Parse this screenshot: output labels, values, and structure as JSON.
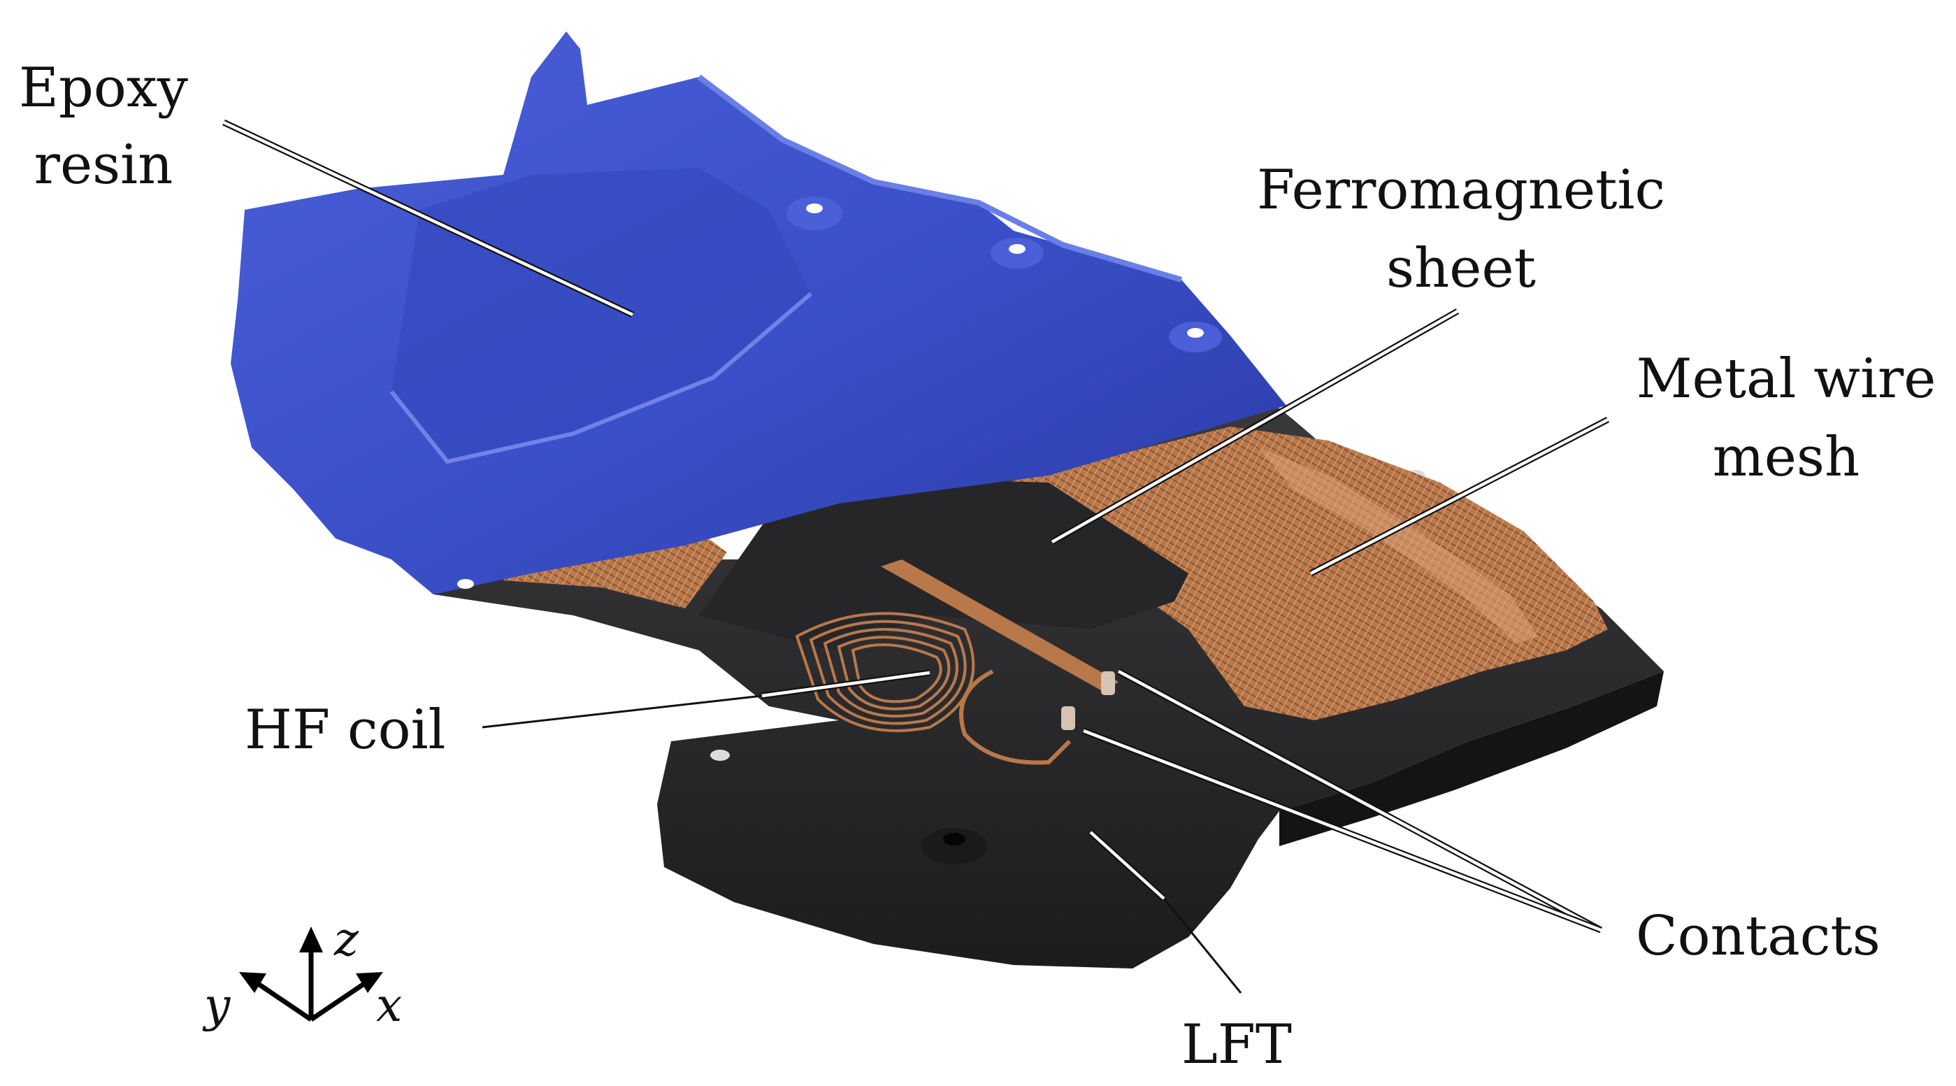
{
  "labels": {
    "epoxy_resin_line1": "Epoxy",
    "epoxy_resin_line2": "resin",
    "ferromagnetic_line1": "Ferromagnetic",
    "ferromagnetic_line2": "sheet",
    "metal_wire_line1": "Metal wire",
    "metal_wire_line2": "mesh",
    "hf_coil": "HF coil",
    "contacts": "Contacts",
    "lft": "LFT"
  },
  "axes": {
    "x": "x",
    "y": "y",
    "z": "z"
  },
  "colors": {
    "epoxy": "#3a4fc7",
    "epoxy_dark": "#2a3aa6",
    "epoxy_light": "#6a7fe6",
    "lft_black": "#2b2b2d",
    "lft_dark": "#1c1c1e",
    "copper": "#b9784a",
    "copper_dark": "#8a5432",
    "copper_light": "#dda27a"
  }
}
